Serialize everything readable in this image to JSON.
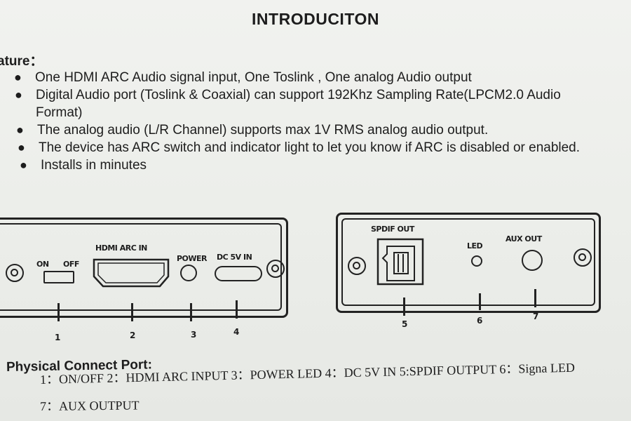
{
  "title": "INTRODUCITON",
  "feature_heading": "ature：",
  "features": [
    "One HDMI ARC Audio signal input, One Toslink , One analog Audio output",
    "Digital Audio port (Toslink & Coaxial) can support 192Khz Sampling Rate(LPCM2.0 Audio Format)",
    "The analog audio (L/R Channel) supports max 1V RMS analog audio output.",
    "The device has ARC switch and indicator light to let you know if ARC is disabled or enabled.",
    "Installs in minutes"
  ],
  "bullet_glyph": "●",
  "left_panel": {
    "switch_on": "ON",
    "switch_off": "OFF",
    "hdmi_label": "HDMI ARC IN",
    "power_label": "POWER",
    "dc_label": "DC 5V IN",
    "numbers": [
      "1",
      "2",
      "3",
      "4"
    ]
  },
  "right_panel": {
    "spdif_label": "SPDIF OUT",
    "led_label": "LED",
    "aux_label": "AUX OUT",
    "numbers": [
      "5",
      "6",
      "7"
    ]
  },
  "screw_icon": "screw-icon",
  "connect_heading": "Physical Connect Port:",
  "connect_line_1": "1：ON/OFF 2：HDMI ARC INPUT 3：POWER LED   4：DC 5V IN 5:SPDIF OUTPUT 6：Signa LED",
  "connect_line_2": "7：AUX OUTPUT"
}
